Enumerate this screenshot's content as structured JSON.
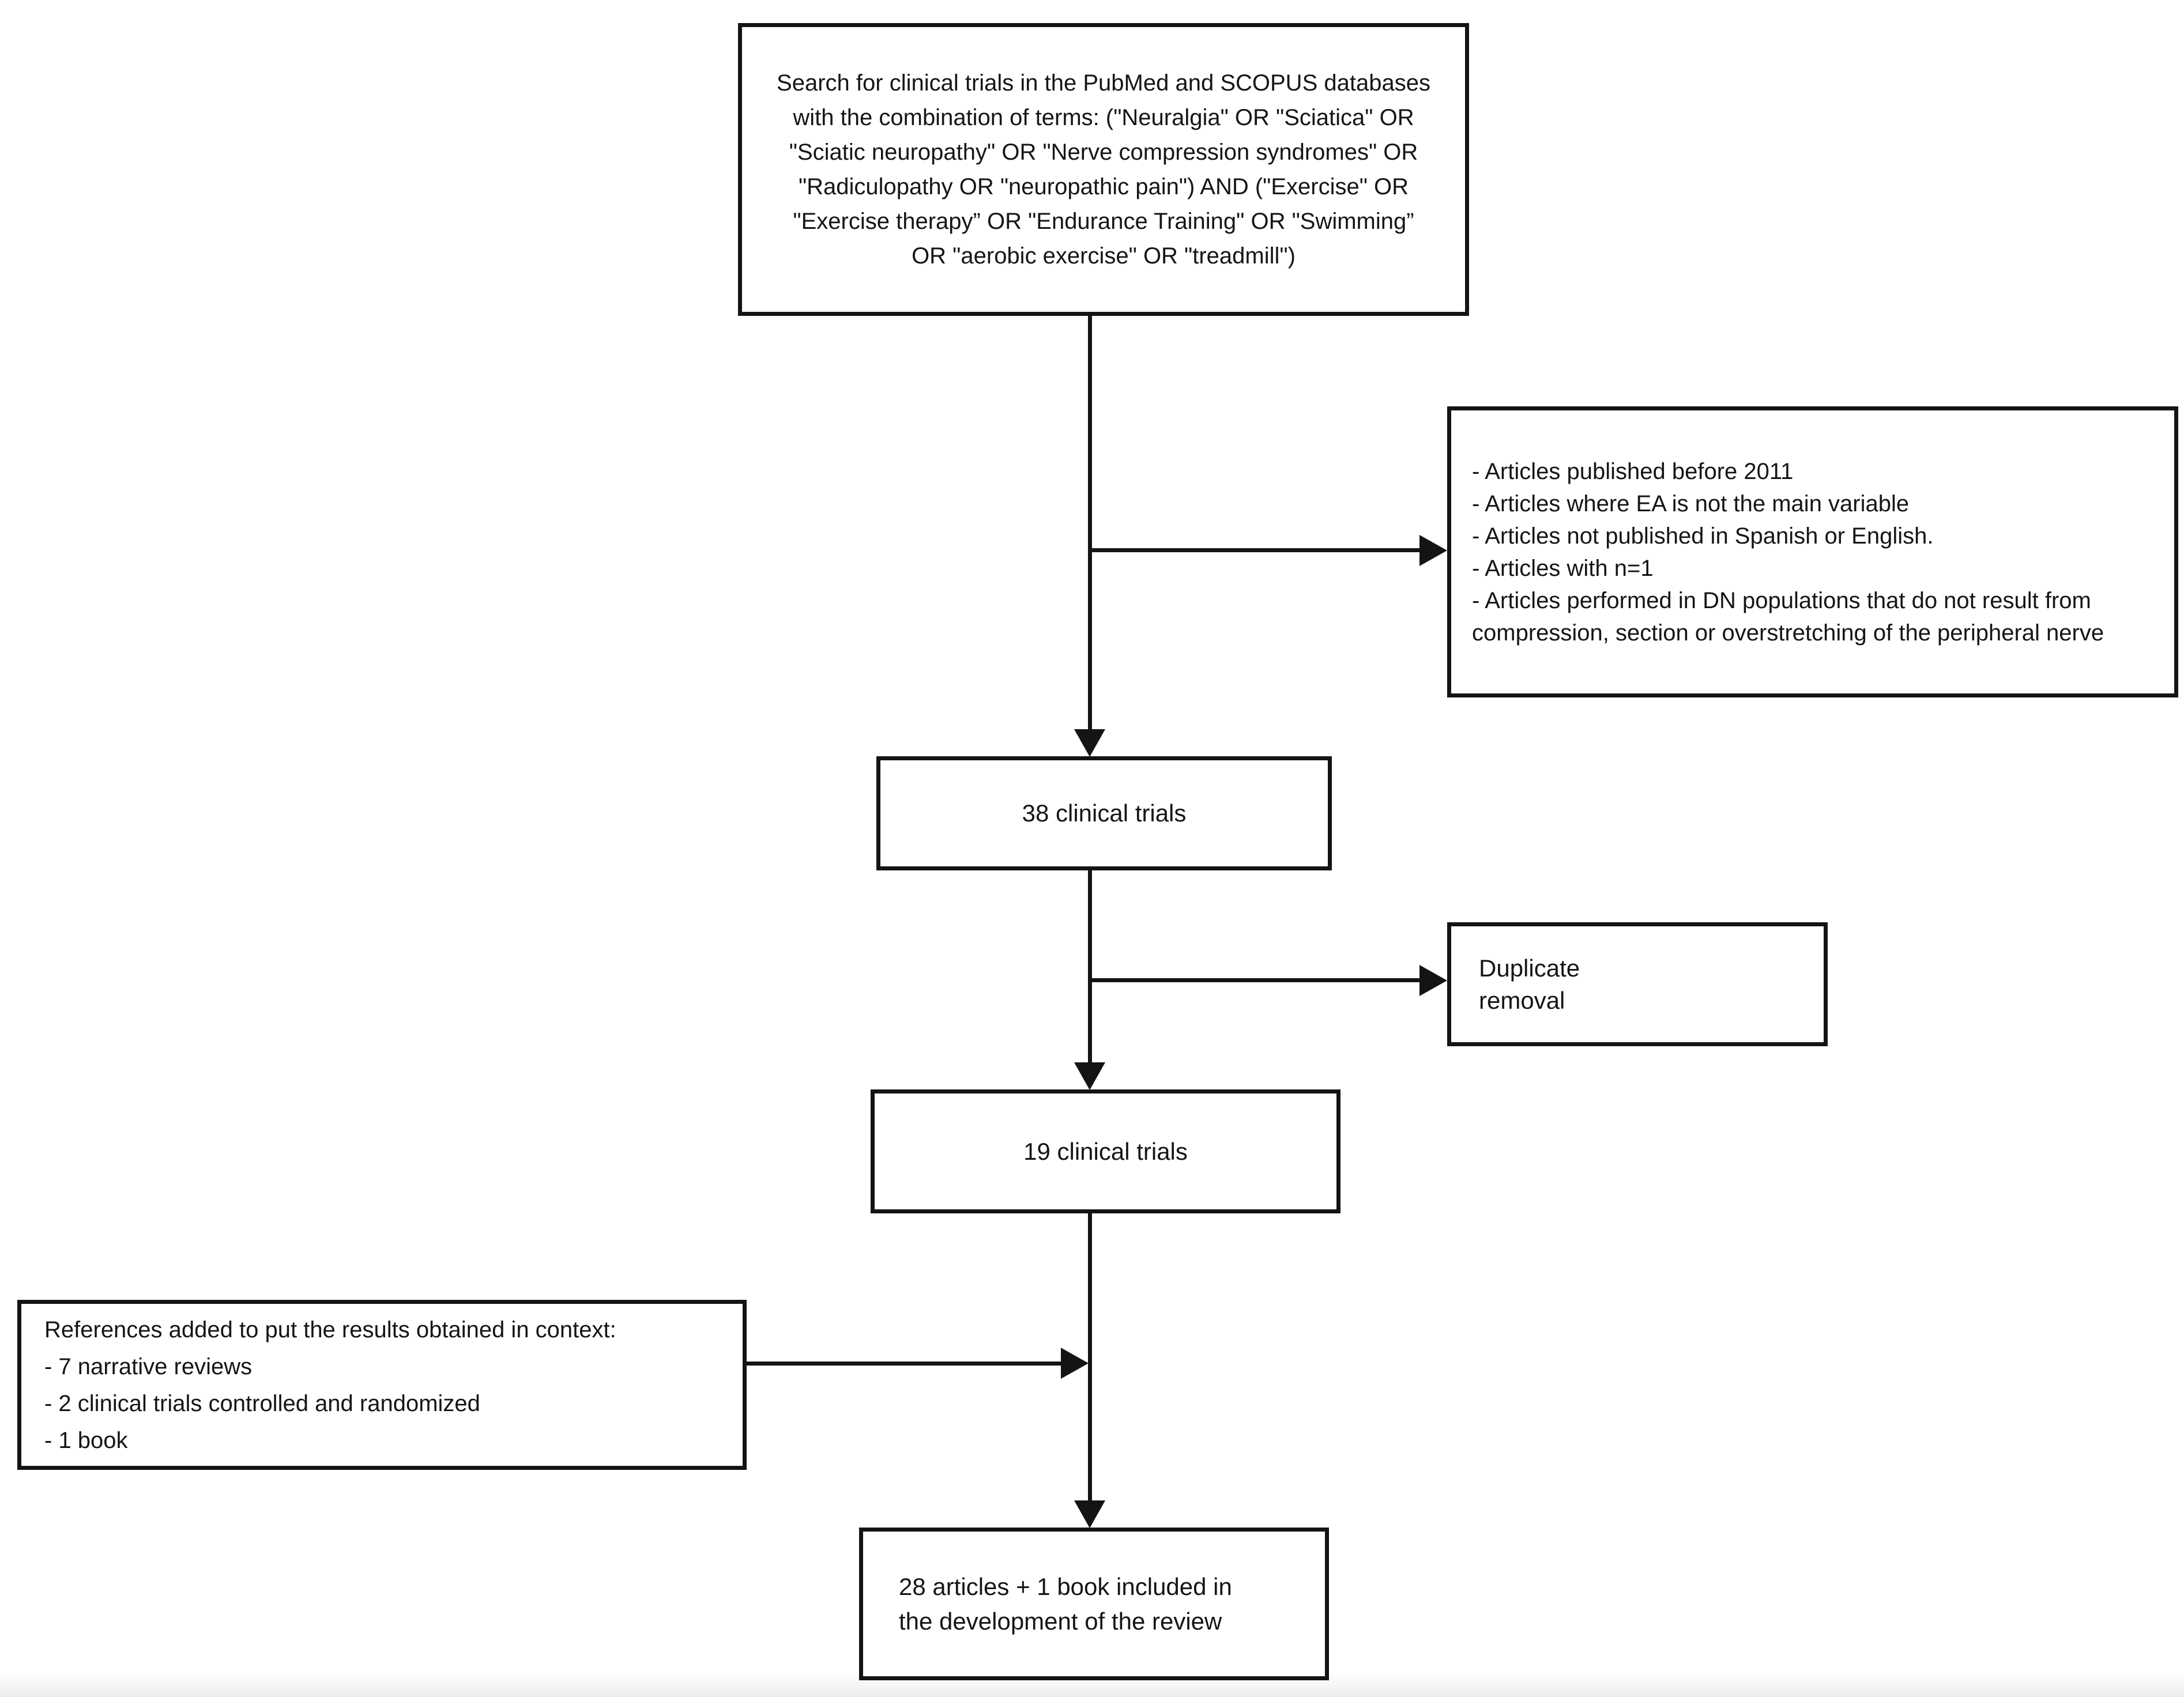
{
  "page": {
    "background": "#ffffff",
    "ink": "#141414",
    "footer_strip_color": "#ededed"
  },
  "search_box": {
    "lines": [
      "Search for clinical trials in the PubMed and SCOPUS databases",
      "with the combination of terms: (\"Neuralgia\" OR \"Sciatica\" OR",
      "\"Sciatic neuropathy\" OR \"Nerve compression syndromes\" OR",
      "\"Radiculopathy OR \"neuropathic pain\") AND (\"Exercise\" OR",
      "\"Exercise therapy” OR \"Endurance Training\" OR \"Swimming”",
      "OR \"aerobic exercise\" OR \"treadmill\")"
    ]
  },
  "exclusion_box": {
    "lines": [
      "- Articles published before 2011",
      "- Articles where EA is not the main variable",
      "- Articles not published in Spanish or English.",
      "- Articles with n=1",
      "- Articles performed in DN populations that do not result from",
      "compression, section or overstretching of the peripheral nerve"
    ]
  },
  "trials_38_box": {
    "label": "38 clinical trials"
  },
  "duplicate_box": {
    "lines": [
      "Duplicate",
      "removal"
    ]
  },
  "trials_19_box": {
    "label": "19 clinical trials"
  },
  "references_box": {
    "lines": [
      "References added to put the results obtained in context:",
      "- 7 narrative reviews",
      "- 2 clinical trials controlled and randomized",
      "- 1 book"
    ]
  },
  "final_box": {
    "lines": [
      "28 articles + 1 book included in",
      "the development of the review"
    ]
  }
}
